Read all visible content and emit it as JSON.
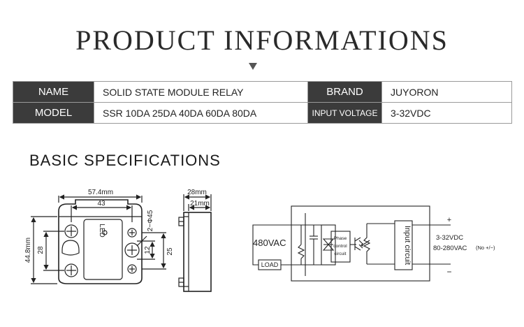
{
  "header": {
    "title": "PRODUCT INFORMATIONS"
  },
  "info_table": {
    "rows": [
      {
        "label_1": "NAME",
        "value_1": "SOLID STATE MODULE RELAY",
        "label_2": "BRAND",
        "value_2": "JUYORON"
      },
      {
        "label_1": "MODEL",
        "value_1": "SSR 10DA 25DA 40DA 60DA 80DA",
        "label_2": "INPUT VOLTAGE",
        "value_2": "3-32VDC"
      }
    ]
  },
  "specs": {
    "heading": "BASIC SPECIFICATIONS",
    "front_view": {
      "width_outer": "57.4mm",
      "width_inner": "43",
      "height_outer": "44.8mm",
      "height_inner": "28",
      "hole": "2−Φ45",
      "dim_12": "12",
      "dim_25": "25",
      "led_label": "LED"
    },
    "side_view": {
      "width_outer": "28mm",
      "width_inner": "21mm"
    },
    "circuit": {
      "load_voltage": "480VAC",
      "load_label": "LOAD",
      "phase_line1": "Phase",
      "phase_line2": "control",
      "phase_line3": "circuit",
      "input_circuit": "Input circuit",
      "plus": "+",
      "minus": "−",
      "input_voltage": "3-32VDC",
      "ac_range": "80-280VAC",
      "polarity_note": "(No +/−)"
    }
  }
}
